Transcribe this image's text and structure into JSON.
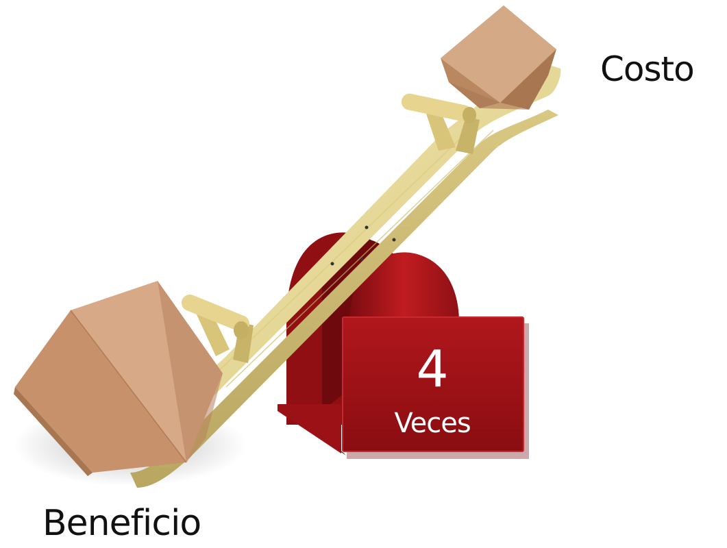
{
  "labels": {
    "cost": "Costo",
    "benefit": "Beneficio"
  },
  "badge": {
    "number": "4",
    "unit": "Veces"
  },
  "colors": {
    "box": "#C99A73",
    "plank": "#E9DC97",
    "stand": "#B5161B",
    "badge": "#9E1116",
    "text": "#111111"
  },
  "icons": {
    "illustration": "seesaw-icon",
    "left_box": "benefit-box-icon",
    "right_box": "cost-box-icon"
  }
}
